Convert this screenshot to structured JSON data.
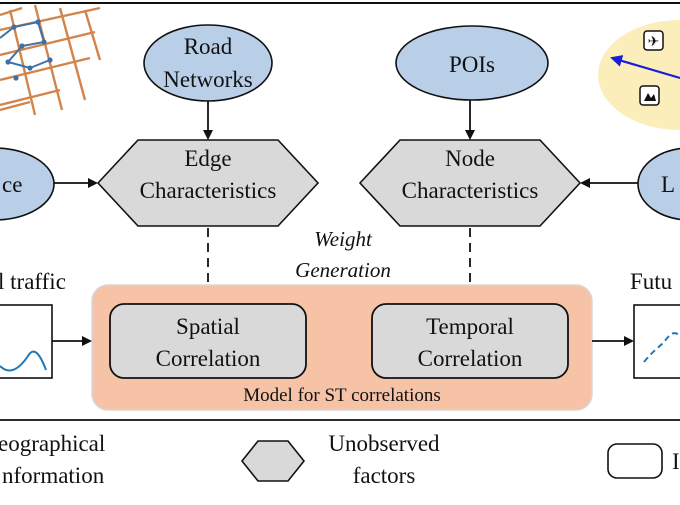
{
  "diagram": {
    "nodes": {
      "road_networks": [
        "Road",
        "Networks"
      ],
      "pois": "POIs",
      "left_ellipse_fragment": "ce",
      "right_ellipse_fragment": "L",
      "edge_characteristics": [
        "Edge",
        "Characteristics"
      ],
      "node_characteristics": [
        "Node",
        "Characteristics"
      ],
      "weight_generation": [
        "Weight",
        "Generation"
      ],
      "left_section_title": "l traffic",
      "right_section_title": "Futu",
      "spatial_correlation": [
        "Spatial",
        "Correlation"
      ],
      "temporal_correlation": [
        "Temporal",
        "Correlation"
      ],
      "model_label": "Model for ST correlations"
    },
    "legend": {
      "geographical": [
        "eographical",
        "nformation"
      ],
      "unobserved": [
        "Unobserved",
        "factors"
      ],
      "box_fragment": "I"
    },
    "colors": {
      "ellipse_fill": "#b9cfe8",
      "hexagon_fill": "#d9d9d9",
      "model_fill": "#f6c3a6",
      "map_lines": "#d4844b",
      "map_nodes": "#3d6fa8",
      "arrow_blue": "#1a1fd6",
      "pin_area": "#fbeebb",
      "series_line": "#1f77b4"
    }
  }
}
